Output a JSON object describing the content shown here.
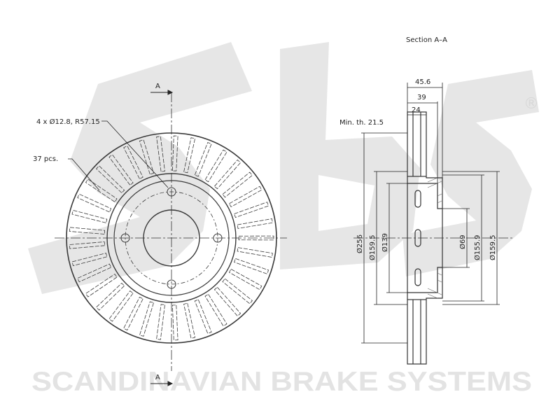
{
  "watermark": {
    "brand_text": "SCANDINAVIAN BRAKE SYSTEMS",
    "registered_mark": "®",
    "logo_text": "sbs",
    "color": "#e3e3e3"
  },
  "front_view": {
    "holes_label": "4 x Ø12.8, R57.15",
    "vanes_label": "37 pcs.",
    "section_marker_top": "A",
    "section_marker_bottom": "A",
    "vane_count": 37,
    "bolt_hole_count": 4
  },
  "section_view": {
    "title": "Section A–A",
    "min_thickness_label": "Min. th. 21.5",
    "dim_width_total": "45.6",
    "dim_width_39": "39",
    "dim_width_24": "24",
    "dia_256": "Ø256",
    "dia_159_5_left": "Ø159.5",
    "dia_139": "Ø139",
    "dia_69": "Ø69",
    "dia_155_9": "Ø155.9",
    "dia_159_5_right": "Ø159.5"
  },
  "colors": {
    "line": "#3a3a3a",
    "watermark": "#e3e3e3"
  }
}
